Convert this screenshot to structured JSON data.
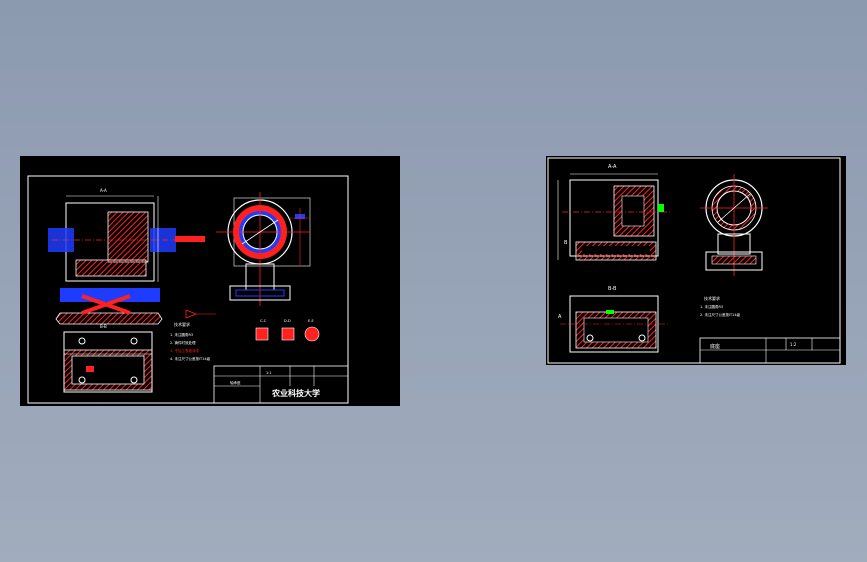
{
  "left_sheet": {
    "title_block": {
      "university": "农业科技大学",
      "scale_label": "1:1",
      "name_label": "轴承座"
    },
    "section_labels": {
      "aa": "A-A",
      "bb": "B-B",
      "cc": "C-C",
      "dd": "D-D",
      "ee": "E-E"
    },
    "tech_requirements": {
      "heading": "技术要求",
      "items": [
        "1. 未注圆角R3",
        "2. 铸件时效处理",
        "3. 不加工表面涂漆",
        "4. 未注尺寸公差按IT14级"
      ]
    }
  },
  "right_sheet": {
    "section_labels": {
      "aa": "A-A",
      "bb": "B-B",
      "a_mark": "A",
      "b_mark": "B"
    },
    "tech_requirements": {
      "heading": "技术要求",
      "items": [
        "1. 未注圆角R3",
        "2. 未注尺寸公差按IT14级"
      ]
    },
    "title_block": {
      "name_label": "底座",
      "scale_label": "1:2"
    }
  },
  "colors": {
    "background": "#8f9db3",
    "sheet": "#000000",
    "line": "#ffffff",
    "hatch": "#ff0000",
    "dimension": "#0000ff",
    "center": "#ff0000",
    "accent_green": "#00ff00"
  }
}
